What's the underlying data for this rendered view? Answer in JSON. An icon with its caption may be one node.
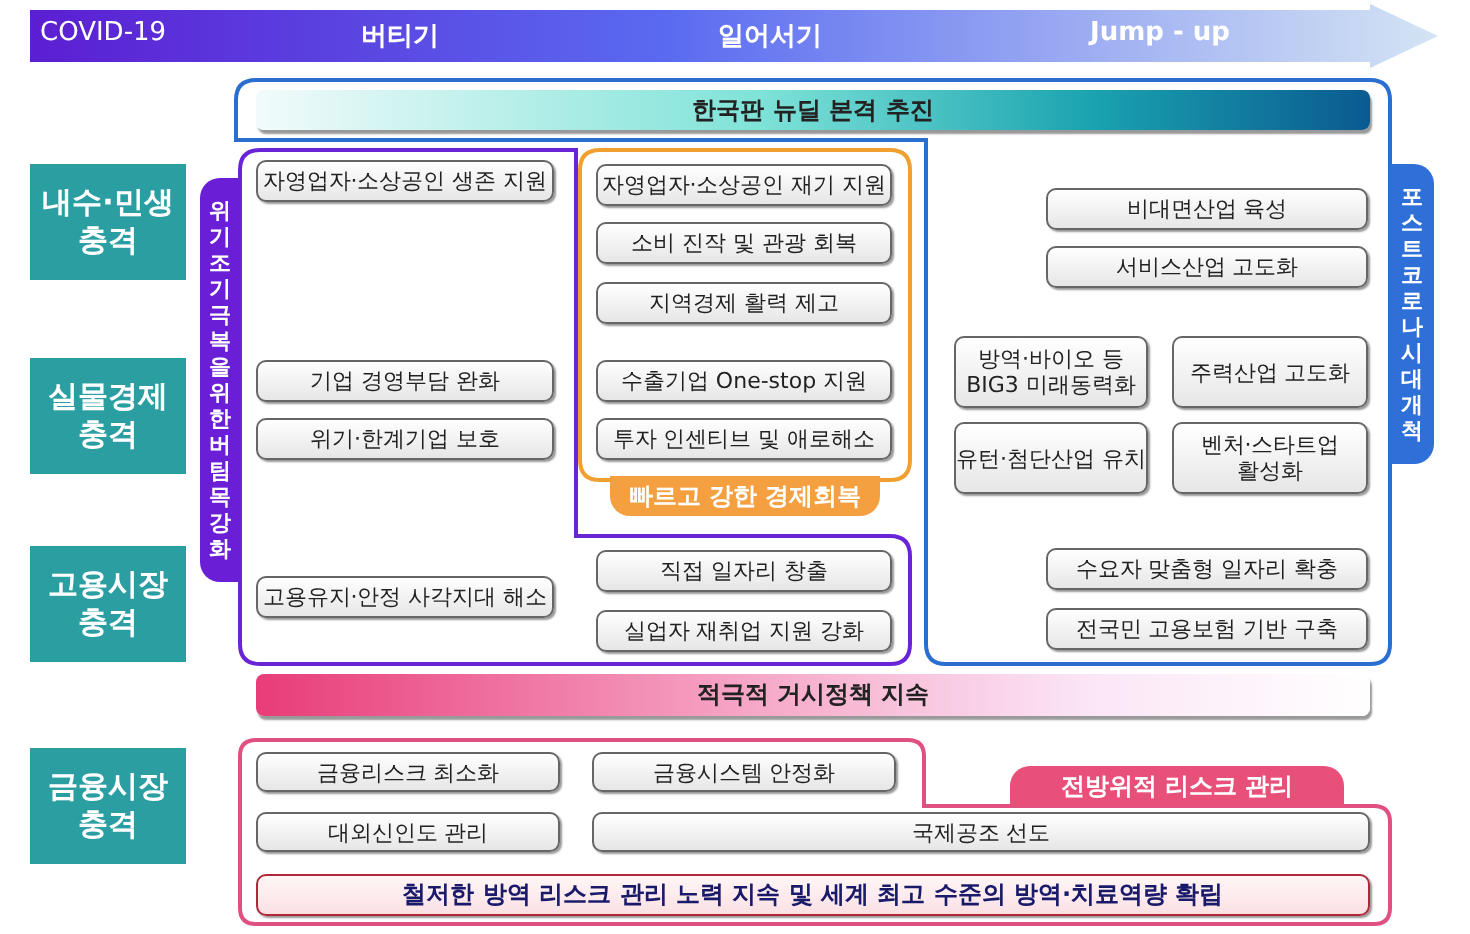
{
  "diagram": {
    "nodes": [
      {
        "text": [
          "COVID-19",
          "버티기",
          "일어서기",
          "Jump - up"
        ]
      },
      {
        "text": [
          "내수·민생 충격"
        ]
      },
      {
        "text": [
          "실물경제 충격"
        ]
      },
      {
        "text": [
          "고용시장 충격"
        ]
      },
      {
        "text": [
          "금융시장 충격"
        ]
      },
      {
        "text": [
          "포스트코로나 시대 개척"
        ]
      },
      {
        "text": [
          "한국판 뉴딜 본격 추진"
        ],
        "in": 5
      },
      {
        "text": [
          "위기 조기 극복을 위한 버팀목 강화"
        ]
      },
      {
        "text": [
          "자영업자·소상공인 생존 지원"
        ],
        "in": 7
      },
      {
        "text": [
          "기업 경영부담 완화"
        ],
        "in": 7
      },
      {
        "text": [
          "위기·한계기업 보호"
        ],
        "in": 7
      },
      {
        "text": [
          "고용유지·안정 사각지대 해소"
        ],
        "in": 7
      },
      {
        "text": [
          "직접 일자리 창출"
        ],
        "in": 7
      },
      {
        "text": [
          "실업자 재취업 지원 강화"
        ],
        "in": 7
      },
      {
        "text": [
          "빠르고 강한 경제회복"
        ]
      },
      {
        "text": [
          "자영업자·소상공인 재기 지원"
        ],
        "in": 14
      },
      {
        "text": [
          "소비 진작 및 관광 회복"
        ],
        "in": 14
      },
      {
        "text": [
          "지역경제 활력 제고"
        ],
        "in": 14
      },
      {
        "text": [
          "수출기업 One-stop 지원"
        ],
        "in": 14
      },
      {
        "text": [
          "투자 인센티브 및 애로해소"
        ],
        "in": 14
      },
      {
        "text": [
          "비대면산업 육성"
        ],
        "in": 5
      },
      {
        "text": [
          "서비스산업 고도화"
        ],
        "in": 5
      },
      {
        "text": [
          "방역·바이오 등 BIG3 미래동력화"
        ],
        "in": 5
      },
      {
        "text": [
          "주력산업 고도화"
        ],
        "in": 5
      },
      {
        "text": [
          "유턴·첨단산업 유치"
        ],
        "in": 5
      },
      {
        "text": [
          "벤처·스타트업 활성화"
        ],
        "in": 5
      },
      {
        "text": [
          "수요자 맞춤형 일자리 확충"
        ],
        "in": 5
      },
      {
        "text": [
          "전국민 고용보험 기반 구축"
        ],
        "in": 5
      },
      {
        "text": [
          "적극적 거시정책 지속"
        ]
      },
      {
        "text": [
          "전방위적 리스크 관리"
        ]
      },
      {
        "text": [
          "금융리스크 최소화"
        ],
        "in": 29
      },
      {
        "text": [
          "금융시스템 안정화"
        ],
        "in": 29
      },
      {
        "text": [
          "대외신인도 관리"
        ],
        "in": 29
      },
      {
        "text": [
          "국제공조 선도"
        ],
        "in": 29
      },
      {
        "text": [
          "철저한 방역 리스크 관리 노력 지속 및 세계 최고 수준의 방역·치료역량 확립"
        ],
        "in": 29
      }
    ]
  }
}
